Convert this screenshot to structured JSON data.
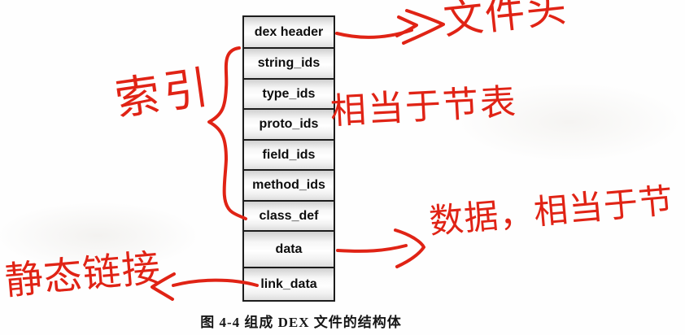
{
  "figure": {
    "caption": "图 4-4  组成 DEX 文件的结构体"
  },
  "diagram": {
    "boxes": [
      {
        "label": "dex header"
      },
      {
        "label": "string_ids"
      },
      {
        "label": "type_ids"
      },
      {
        "label": "proto_ids"
      },
      {
        "label": "field_ids"
      },
      {
        "label": "method_ids"
      },
      {
        "label": "class_def"
      },
      {
        "label": "data"
      },
      {
        "label": "link_data"
      }
    ]
  },
  "annotations": {
    "file_header": "文件头",
    "index_label": "索引",
    "section_table": "相当于节表",
    "data_note": "数据，相当于节",
    "static_link": "静态链接"
  },
  "icons": {
    "arrow_file_header": "hand-drawn right arrow with double chevron head",
    "index_brace": "hand-drawn left curly brace",
    "arrow_data_note": "hand-drawn right arrow with curved head",
    "arrow_static_link": "hand-drawn left arrow"
  },
  "colors": {
    "annotation_red": "#e02315",
    "box_border": "#1c1c1c",
    "box_fill_top": "#d0d0d0",
    "caption_text": "#161616"
  }
}
